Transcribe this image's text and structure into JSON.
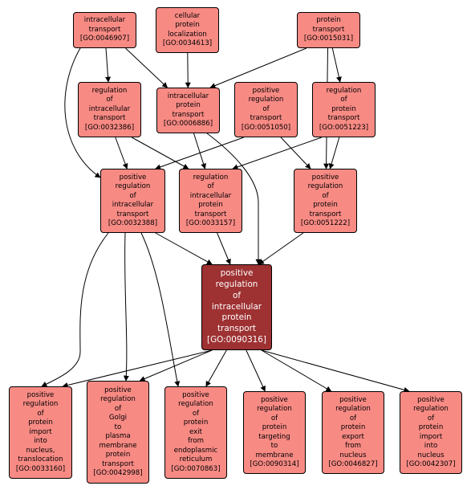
{
  "graph": {
    "nodes": [
      {
        "id": "GO:0046907",
        "lines": [
          "intracellular",
          "transport",
          "[GO:0046907]"
        ]
      },
      {
        "id": "GO:0034613",
        "lines": [
          "cellular",
          "protein",
          "localization",
          "[GO:0034613]"
        ]
      },
      {
        "id": "GO:0015031",
        "lines": [
          "protein",
          "transport",
          "[GO:0015031]"
        ]
      },
      {
        "id": "GO:0032386",
        "lines": [
          "regulation",
          "of",
          "intracellular",
          "transport",
          "[GO:0032386]"
        ]
      },
      {
        "id": "GO:0006886",
        "lines": [
          "intracellular",
          "protein",
          "transport",
          "[GO:0006886]"
        ]
      },
      {
        "id": "GO:0051050",
        "lines": [
          "positive",
          "regulation",
          "of",
          "transport",
          "[GO:0051050]"
        ]
      },
      {
        "id": "GO:0051223",
        "lines": [
          "regulation",
          "of",
          "protein",
          "transport",
          "[GO:0051223]"
        ]
      },
      {
        "id": "GO:0032388",
        "lines": [
          "positive",
          "regulation",
          "of",
          "intracellular",
          "transport",
          "[GO:0032388]"
        ]
      },
      {
        "id": "GO:0033157",
        "lines": [
          "regulation",
          "of",
          "intracellular",
          "protein",
          "transport",
          "[GO:0033157]"
        ]
      },
      {
        "id": "GO:0051222",
        "lines": [
          "positive",
          "regulation",
          "of",
          "protein",
          "transport",
          "[GO:0051222]"
        ]
      },
      {
        "id": "GO:0090316",
        "lines": [
          "positive",
          "regulation",
          "of",
          "intracellular",
          "protein",
          "transport",
          "[GO:0090316]"
        ],
        "focus": true
      },
      {
        "id": "GO:0033160",
        "lines": [
          "positive",
          "regulation",
          "of",
          "protein",
          "import",
          "into",
          "nucleus,",
          "translocation",
          "[GO:0033160]"
        ]
      },
      {
        "id": "GO:0042998",
        "lines": [
          "positive",
          "regulation",
          "of",
          "Golgi",
          "to",
          "plasma",
          "membrane",
          "protein",
          "transport",
          "[GO:0042998]"
        ]
      },
      {
        "id": "GO:0070863",
        "lines": [
          "positive",
          "regulation",
          "of",
          "protein",
          "exit",
          "from",
          "endoplasmic",
          "reticulum",
          "[GO:0070863]"
        ]
      },
      {
        "id": "GO:0090314",
        "lines": [
          "positive",
          "regulation",
          "of",
          "protein",
          "targeting",
          "to",
          "membrane",
          "[GO:0090314]"
        ]
      },
      {
        "id": "GO:0046827",
        "lines": [
          "positive",
          "regulation",
          "of",
          "protein",
          "export",
          "from",
          "nucleus",
          "[GO:0046827]"
        ]
      },
      {
        "id": "GO:0042307",
        "lines": [
          "positive",
          "regulation",
          "of",
          "protein",
          "import",
          "into",
          "nucleus",
          "[GO:0042307]"
        ]
      }
    ],
    "edges": [
      [
        "GO:0046907",
        "GO:0032386"
      ],
      [
        "GO:0046907",
        "GO:0006886"
      ],
      [
        "GO:0046907",
        "GO:0032388"
      ],
      [
        "GO:0034613",
        "GO:0006886"
      ],
      [
        "GO:0015031",
        "GO:0006886"
      ],
      [
        "GO:0015031",
        "GO:0051223"
      ],
      [
        "GO:0015031",
        "GO:0051222"
      ],
      [
        "GO:0032386",
        "GO:0032388"
      ],
      [
        "GO:0032386",
        "GO:0033157"
      ],
      [
        "GO:0006886",
        "GO:0033157"
      ],
      [
        "GO:0006886",
        "GO:0090316"
      ],
      [
        "GO:0051050",
        "GO:0032388"
      ],
      [
        "GO:0051050",
        "GO:0051222"
      ],
      [
        "GO:0051223",
        "GO:0033157"
      ],
      [
        "GO:0051223",
        "GO:0051222"
      ],
      [
        "GO:0032388",
        "GO:0090316"
      ],
      [
        "GO:0033157",
        "GO:0090316"
      ],
      [
        "GO:0051222",
        "GO:0090316"
      ],
      [
        "GO:0032388",
        "GO:0033160"
      ],
      [
        "GO:0032388",
        "GO:0042998"
      ],
      [
        "GO:0032388",
        "GO:0070863"
      ],
      [
        "GO:0090316",
        "GO:0033160"
      ],
      [
        "GO:0090316",
        "GO:0042998"
      ],
      [
        "GO:0090316",
        "GO:0070863"
      ],
      [
        "GO:0090316",
        "GO:0090314"
      ],
      [
        "GO:0090316",
        "GO:0046827"
      ],
      [
        "GO:0090316",
        "GO:0042307"
      ]
    ]
  },
  "colors": {
    "node_fill": "#f88a84",
    "focus_fill": "#9e3132",
    "edge": "#000000"
  }
}
